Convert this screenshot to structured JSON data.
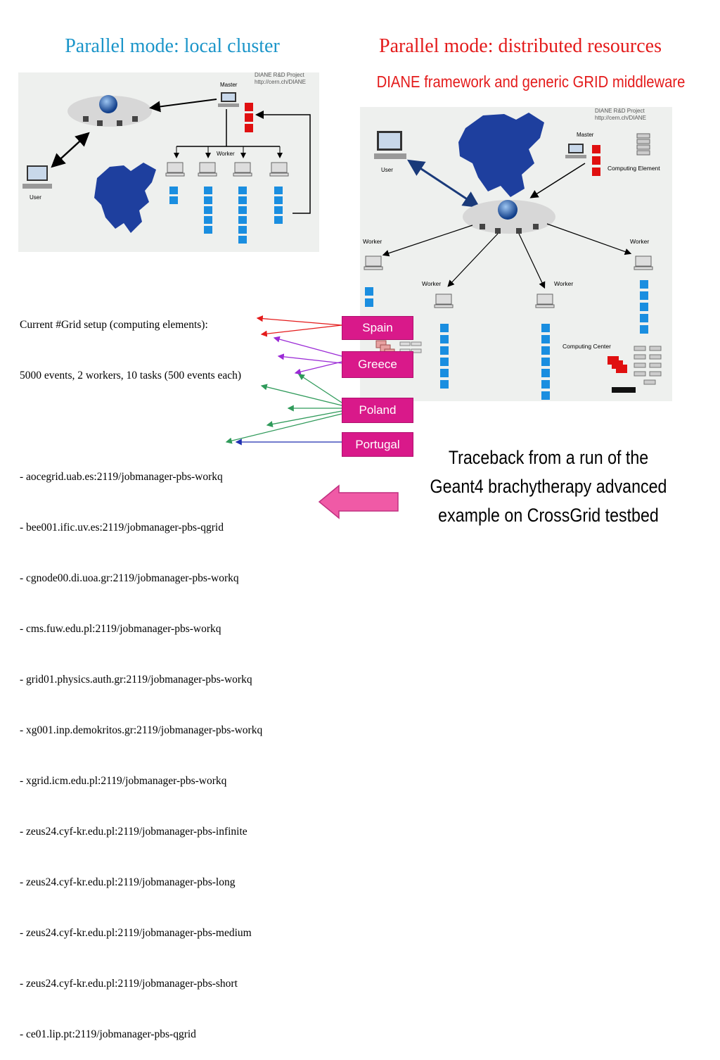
{
  "titles": {
    "local": "Parallel mode: local cluster",
    "distributed": "Parallel mode: distributed resources",
    "subtitle": "DIANE framework and generic GRID middleware"
  },
  "local_diagram": {
    "project": "DIANE R&D Project",
    "url": "http://cern.ch/DIANE",
    "master": "Master",
    "worker": "Worker",
    "user": "User"
  },
  "dist_diagram": {
    "project": "DIANE R&D Project",
    "url": "http://cern.ch/DIANE",
    "master": "Master",
    "computing_element": "Computing Element",
    "user": "User",
    "worker": "Worker",
    "computing_center": "Computing Center"
  },
  "setup": {
    "heading": "Current #Grid setup (computing elements):",
    "summary": "5000 events, 2 workers, 10 tasks (500 events each)",
    "hosts": [
      "- aocegrid.uab.es:2119/jobmanager-pbs-workq",
      "- bee001.ific.uv.es:2119/jobmanager-pbs-qgrid",
      "- cgnode00.di.uoa.gr:2119/jobmanager-pbs-workq",
      "- cms.fuw.edu.pl:2119/jobmanager-pbs-workq",
      "- grid01.physics.auth.gr:2119/jobmanager-pbs-workq",
      "- xg001.inp.demokritos.gr:2119/jobmanager-pbs-workq",
      "- xgrid.icm.edu.pl:2119/jobmanager-pbs-workq",
      "- zeus24.cyf-kr.edu.pl:2119/jobmanager-pbs-infinite",
      "- zeus24.cyf-kr.edu.pl:2119/jobmanager-pbs-long",
      "- zeus24.cyf-kr.edu.pl:2119/jobmanager-pbs-medium",
      "- zeus24.cyf-kr.edu.pl:2119/jobmanager-pbs-short",
      "- ce01.lip.pt:2119/jobmanager-pbs-qgrid"
    ]
  },
  "countries": [
    "Spain",
    "Greece",
    "Poland",
    "Portugal"
  ],
  "caption": [
    "Traceback from a run of the",
    "Geant4 brachytherapy advanced",
    "example on CrossGrid testbed"
  ],
  "colors": {
    "title_local": "#1b95c9",
    "title_distributed": "#e41b1b",
    "tag": "#d9198a",
    "spain_arrow": "#e41b1b",
    "greece_arrow": "#9b2bd6",
    "poland_arrow": "#2f9a5a",
    "portugal_arrow": "#1f2fb0",
    "big_arrow": "#f05aa6"
  }
}
